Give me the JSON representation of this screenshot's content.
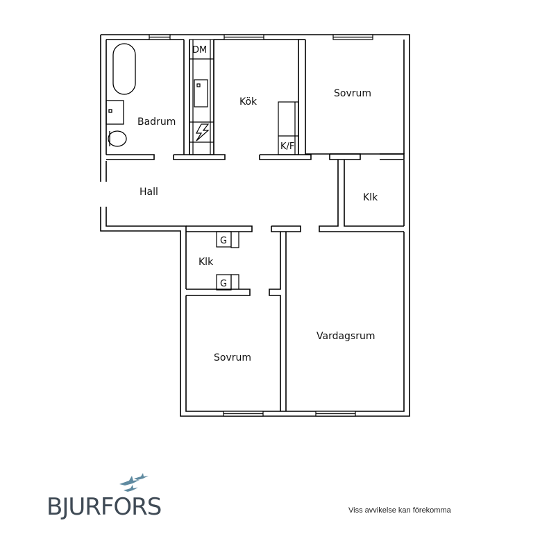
{
  "rooms": {
    "badrum": "Badrum",
    "kok": "Kök",
    "sovrum_top": "Sovrum",
    "hall": "Hall",
    "klk_right": "Klk",
    "klk_left": "Klk",
    "vardagsrum": "Vardagsrum",
    "sovrum_bottom": "Sovrum"
  },
  "fixtures": {
    "dishwasher": "DM",
    "fridge_freezer": "K/F",
    "wardrobe_top": "G",
    "wardrobe_bottom": "G"
  },
  "footer": {
    "brand": "BJURFORS",
    "disclaimer": "Viss avvikelse kan förekomma"
  },
  "colors": {
    "wall": "#000000",
    "brand": "#3f4a55",
    "bird": "#5f8aa0"
  }
}
